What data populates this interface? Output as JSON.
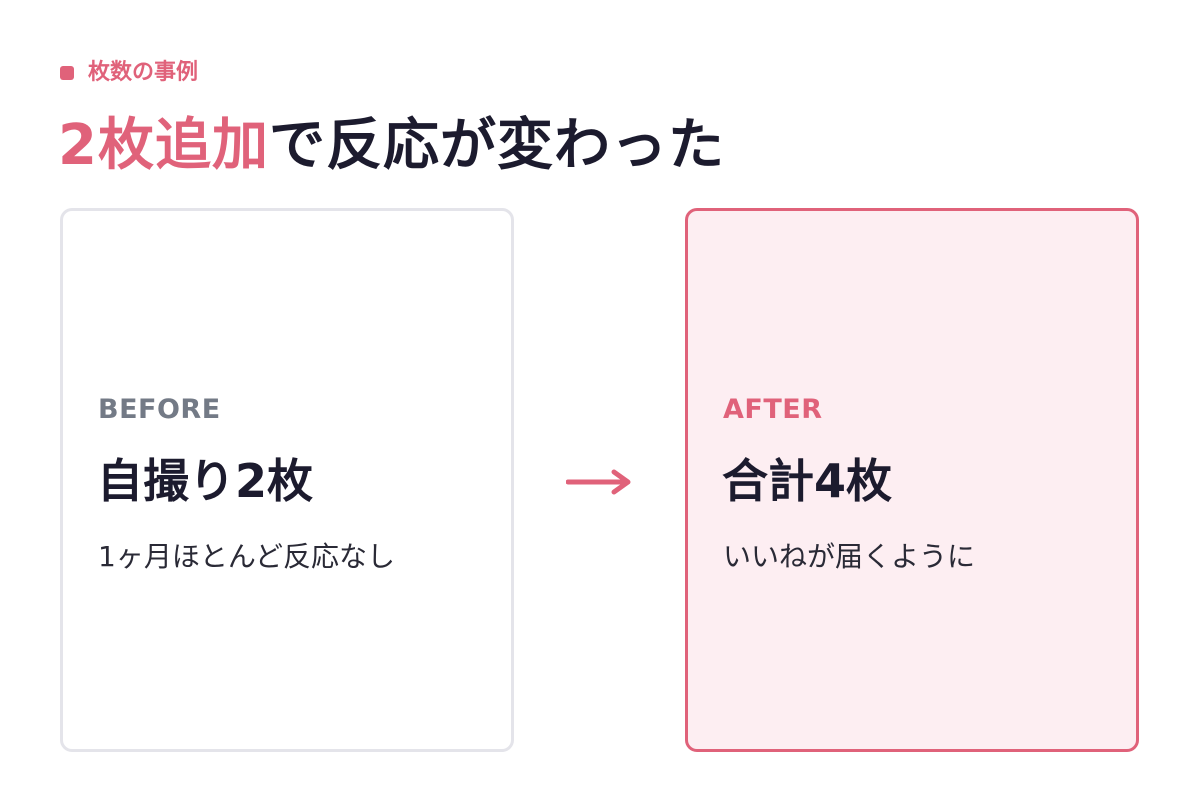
{
  "eyebrow": {
    "label": "枚数の事例"
  },
  "headline": {
    "accent": "2枚追加",
    "rest": "で反応が変わった"
  },
  "before": {
    "label": "BEFORE",
    "title": "自撮り2枚",
    "description": "1ヶ月ほとんど反応なし"
  },
  "after": {
    "label": "AFTER",
    "title": "合計4枚",
    "description": "いいねが届くように"
  },
  "colors": {
    "accent": "#e0627a",
    "text_dark": "#1c1b2e",
    "before_label": "#737a86",
    "after_bg": "#fdeef2",
    "before_border": "#e4e4ea"
  },
  "icons": {
    "arrow": "arrow-right-icon"
  }
}
